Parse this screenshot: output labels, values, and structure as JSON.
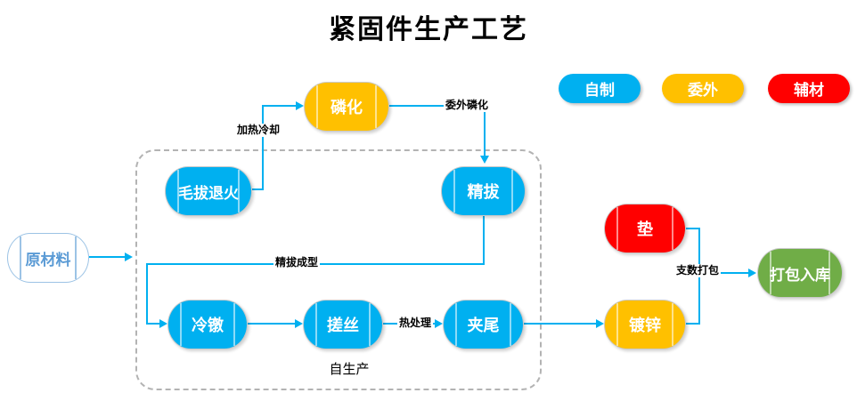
{
  "title": "紧固件生产工艺",
  "legend": {
    "items": [
      {
        "label": "自制",
        "color": "#00B0F0"
      },
      {
        "label": "委外",
        "color": "#FFC000"
      },
      {
        "label": "辅材",
        "color": "#FF0000"
      }
    ]
  },
  "group": {
    "label": "自生产"
  },
  "nodes": {
    "raw_material": {
      "label": "原材料",
      "category": "input"
    },
    "phosphating": {
      "label": "磷化",
      "category": "outsourced"
    },
    "rough_draw_anneal": {
      "label": "毛拔退火",
      "category": "self"
    },
    "fine_draw": {
      "label": "精拔",
      "category": "self"
    },
    "cold_heading": {
      "label": "冷镦",
      "category": "self"
    },
    "thread_rolling": {
      "label": "搓丝",
      "category": "self"
    },
    "tail_clamping": {
      "label": "夹尾",
      "category": "self"
    },
    "galvanizing": {
      "label": "镀锌",
      "category": "outsourced"
    },
    "washer": {
      "label": "垫",
      "category": "auxiliary"
    },
    "packing_warehouse": {
      "label": "打包入库",
      "category": "output"
    }
  },
  "edge_labels": {
    "heat_cool": "加热冷却",
    "outsourced_phosphating": "委外磷化",
    "fine_draw_forming": "精拔成型",
    "heat_treatment": "热处理",
    "count_packing": "支数打包"
  },
  "colors": {
    "self_made": "#00B0F0",
    "outsourced": "#FFC000",
    "auxiliary": "#FF0000",
    "output": "#70AD47",
    "input_border": "#9CC3E5",
    "connector": "#00B0F0",
    "group_border": "#B3B3B3"
  }
}
